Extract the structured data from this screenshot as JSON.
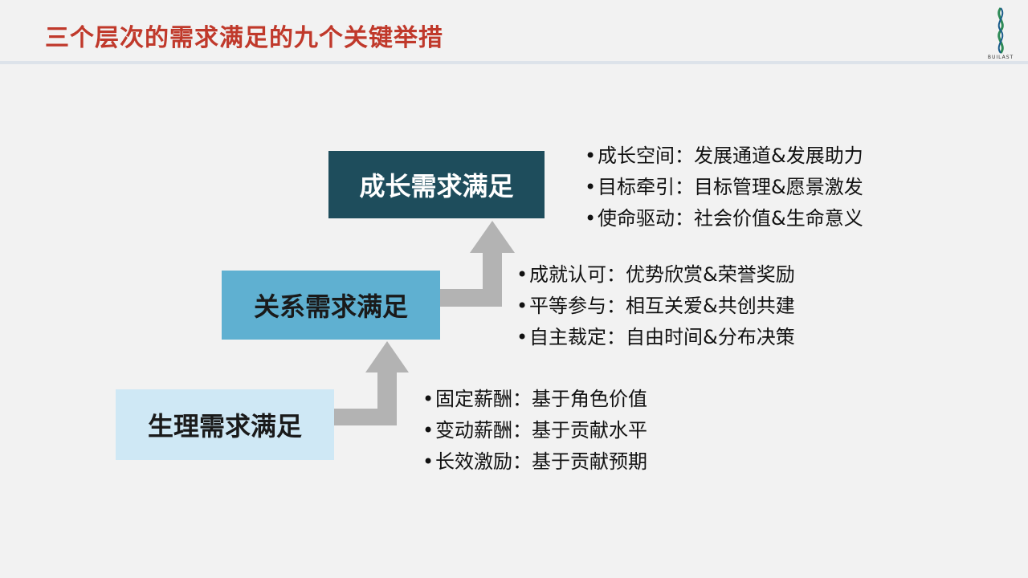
{
  "slide": {
    "title": "三个层次的需求满足的九个关键举措",
    "logo_text": "BUILAST"
  },
  "levels": [
    {
      "label": "成长需求满足",
      "items": [
        "成长空间：发展通道&发展助力",
        "目标牵引：目标管理&愿景激发",
        "使命驱动：社会价值&生命意义"
      ]
    },
    {
      "label": "关系需求满足",
      "items": [
        "成就认可：优势欣赏&荣誉奖励",
        "平等参与：相互关爱&共创共建",
        "自主裁定：自由时间&分布决策"
      ]
    },
    {
      "label": "生理需求满足",
      "items": [
        "固定薪酬：基于角色价值",
        "变动薪酬：基于贡献水平",
        "长效激励：基于贡献预期"
      ]
    }
  ],
  "colors": {
    "title": "#c0392b",
    "level_top": "#1e4d5c",
    "level_mid": "#5fb0d1",
    "level_bot": "#cfe8f5",
    "arrow": "#b3b3b3"
  },
  "bullet_char": "•"
}
